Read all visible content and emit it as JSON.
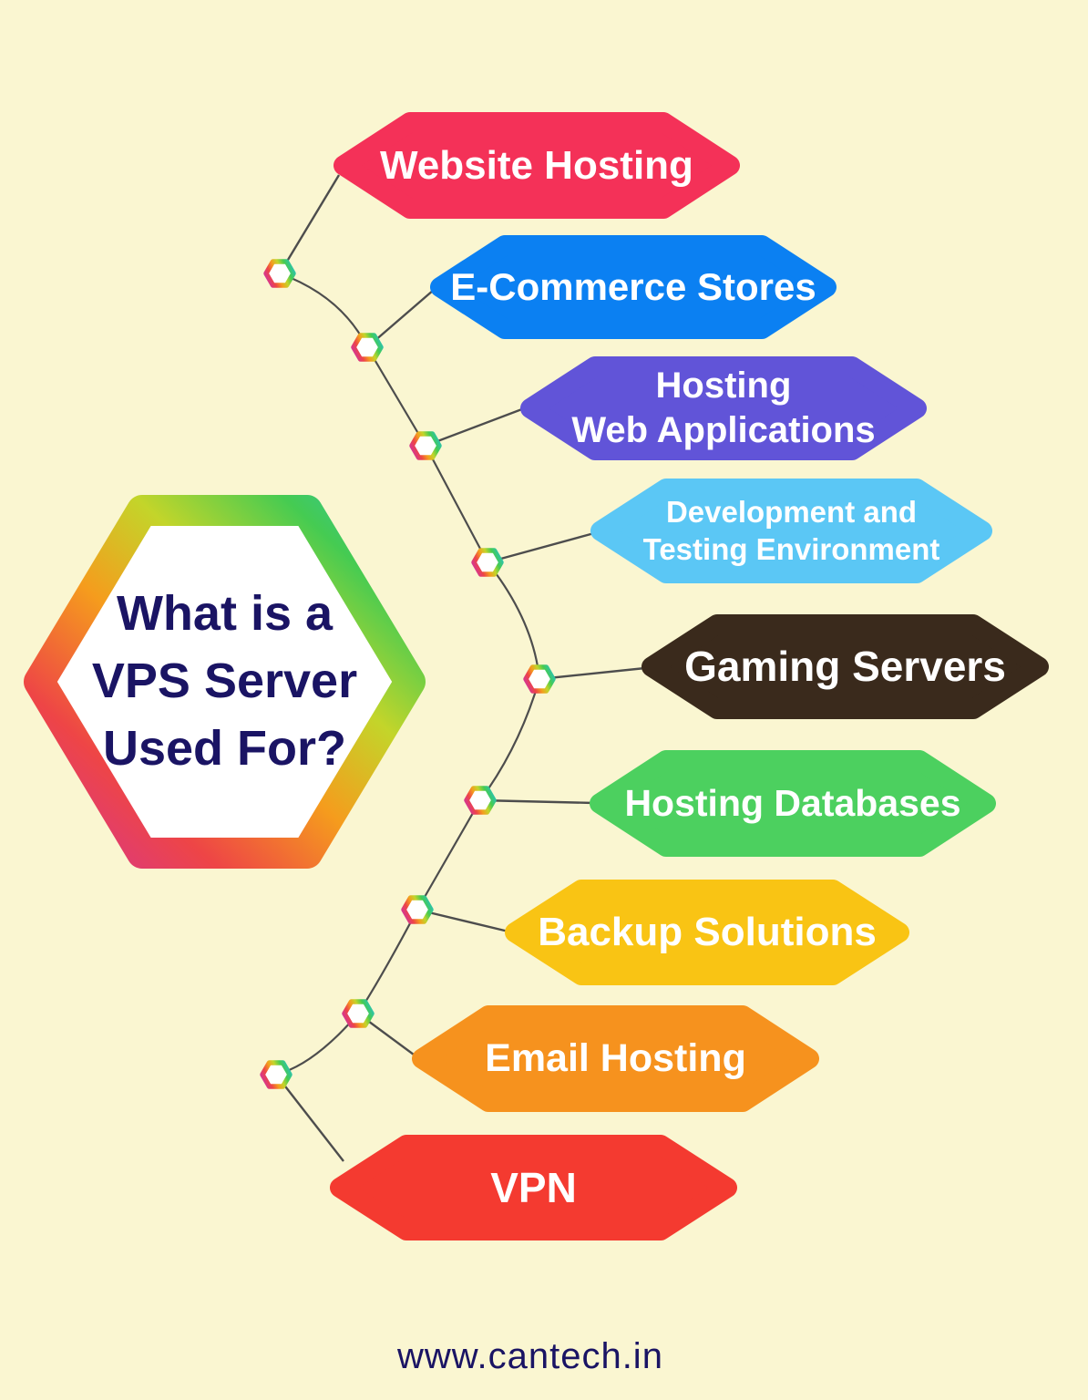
{
  "background_color": "#FAF6D1",
  "connector_color": "#4D4D4D",
  "label_color": "#FFFFFF",
  "title": {
    "text": "What is a\nVPS Server\nUsed For?",
    "color": "#1A1464"
  },
  "footer": {
    "website": "www.cantech.in",
    "color": "#1A1464"
  },
  "rainbow_gradient": [
    "#D6368F",
    "#EE4546",
    "#F59C1D",
    "#C3D52A",
    "#45CB52",
    "#2EC4A5"
  ],
  "pills": [
    {
      "label": "Website Hosting",
      "color": "#F43158"
    },
    {
      "label": "E-Commerce Stores",
      "color": "#0B80F2"
    },
    {
      "label": "Hosting\nWeb Applications",
      "color": "#6154D8"
    },
    {
      "label": "Development and\nTesting Environment",
      "color": "#5BC7F5"
    },
    {
      "label": "Gaming Servers",
      "color": "#3A2A1C"
    },
    {
      "label": "Hosting Databases",
      "color": "#4CD05F"
    },
    {
      "label": "Backup Solutions",
      "color": "#F9C414"
    },
    {
      "label": "Email Hosting",
      "color": "#F6921E"
    },
    {
      "label": "VPN",
      "color": "#F43A30"
    }
  ]
}
